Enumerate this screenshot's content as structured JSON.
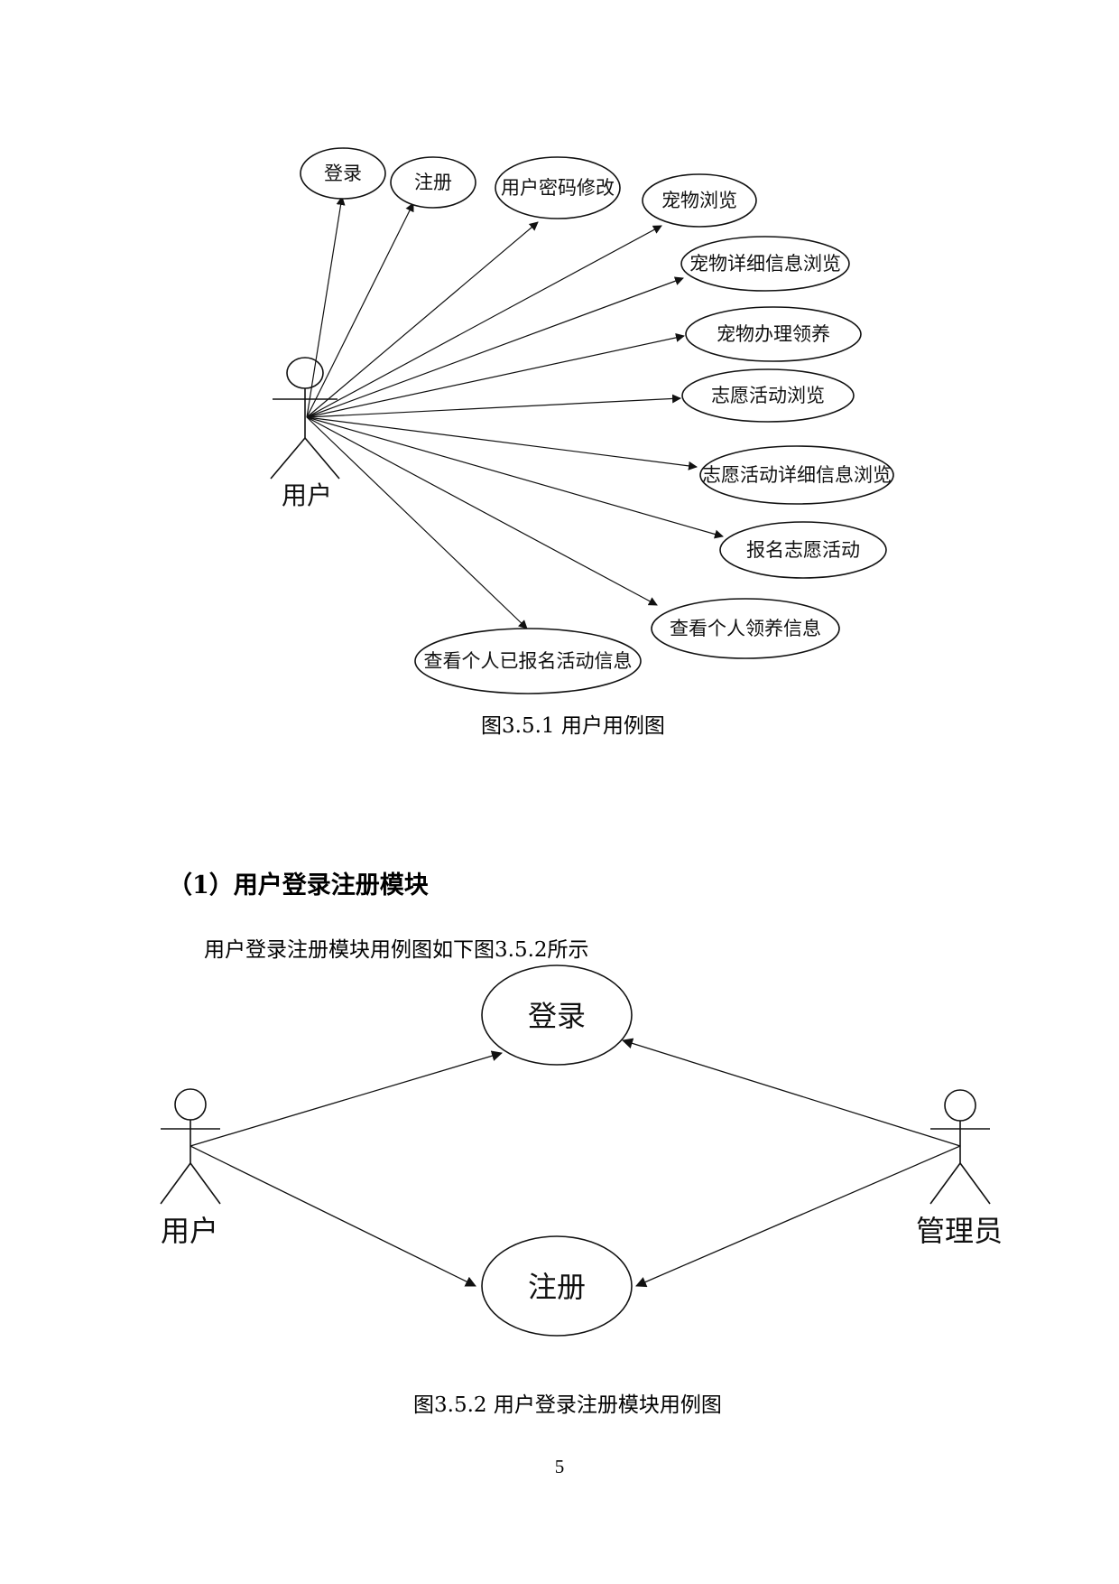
{
  "diagram1": {
    "actor": "用户",
    "use_cases": [
      "登录",
      "注册",
      "用户密码修改",
      "宠物浏览",
      "宠物详细信息浏览",
      "宠物办理领养",
      "志愿活动浏览",
      "志愿活动详细信息浏览",
      "报名志愿活动",
      "查看个人领养信息",
      "查看个人已报名活动信息"
    ],
    "caption": "图3.5.1 用户用例图"
  },
  "section": {
    "heading": "（1）用户登录注册模块",
    "body": "用户登录注册模块用例图如下图3.5.2所示"
  },
  "diagram2": {
    "actors": [
      "用户",
      "管理员"
    ],
    "use_cases": [
      "登录",
      "注册"
    ],
    "caption": "图3.5.2 用户登录注册模块用例图"
  },
  "page_number": "5"
}
